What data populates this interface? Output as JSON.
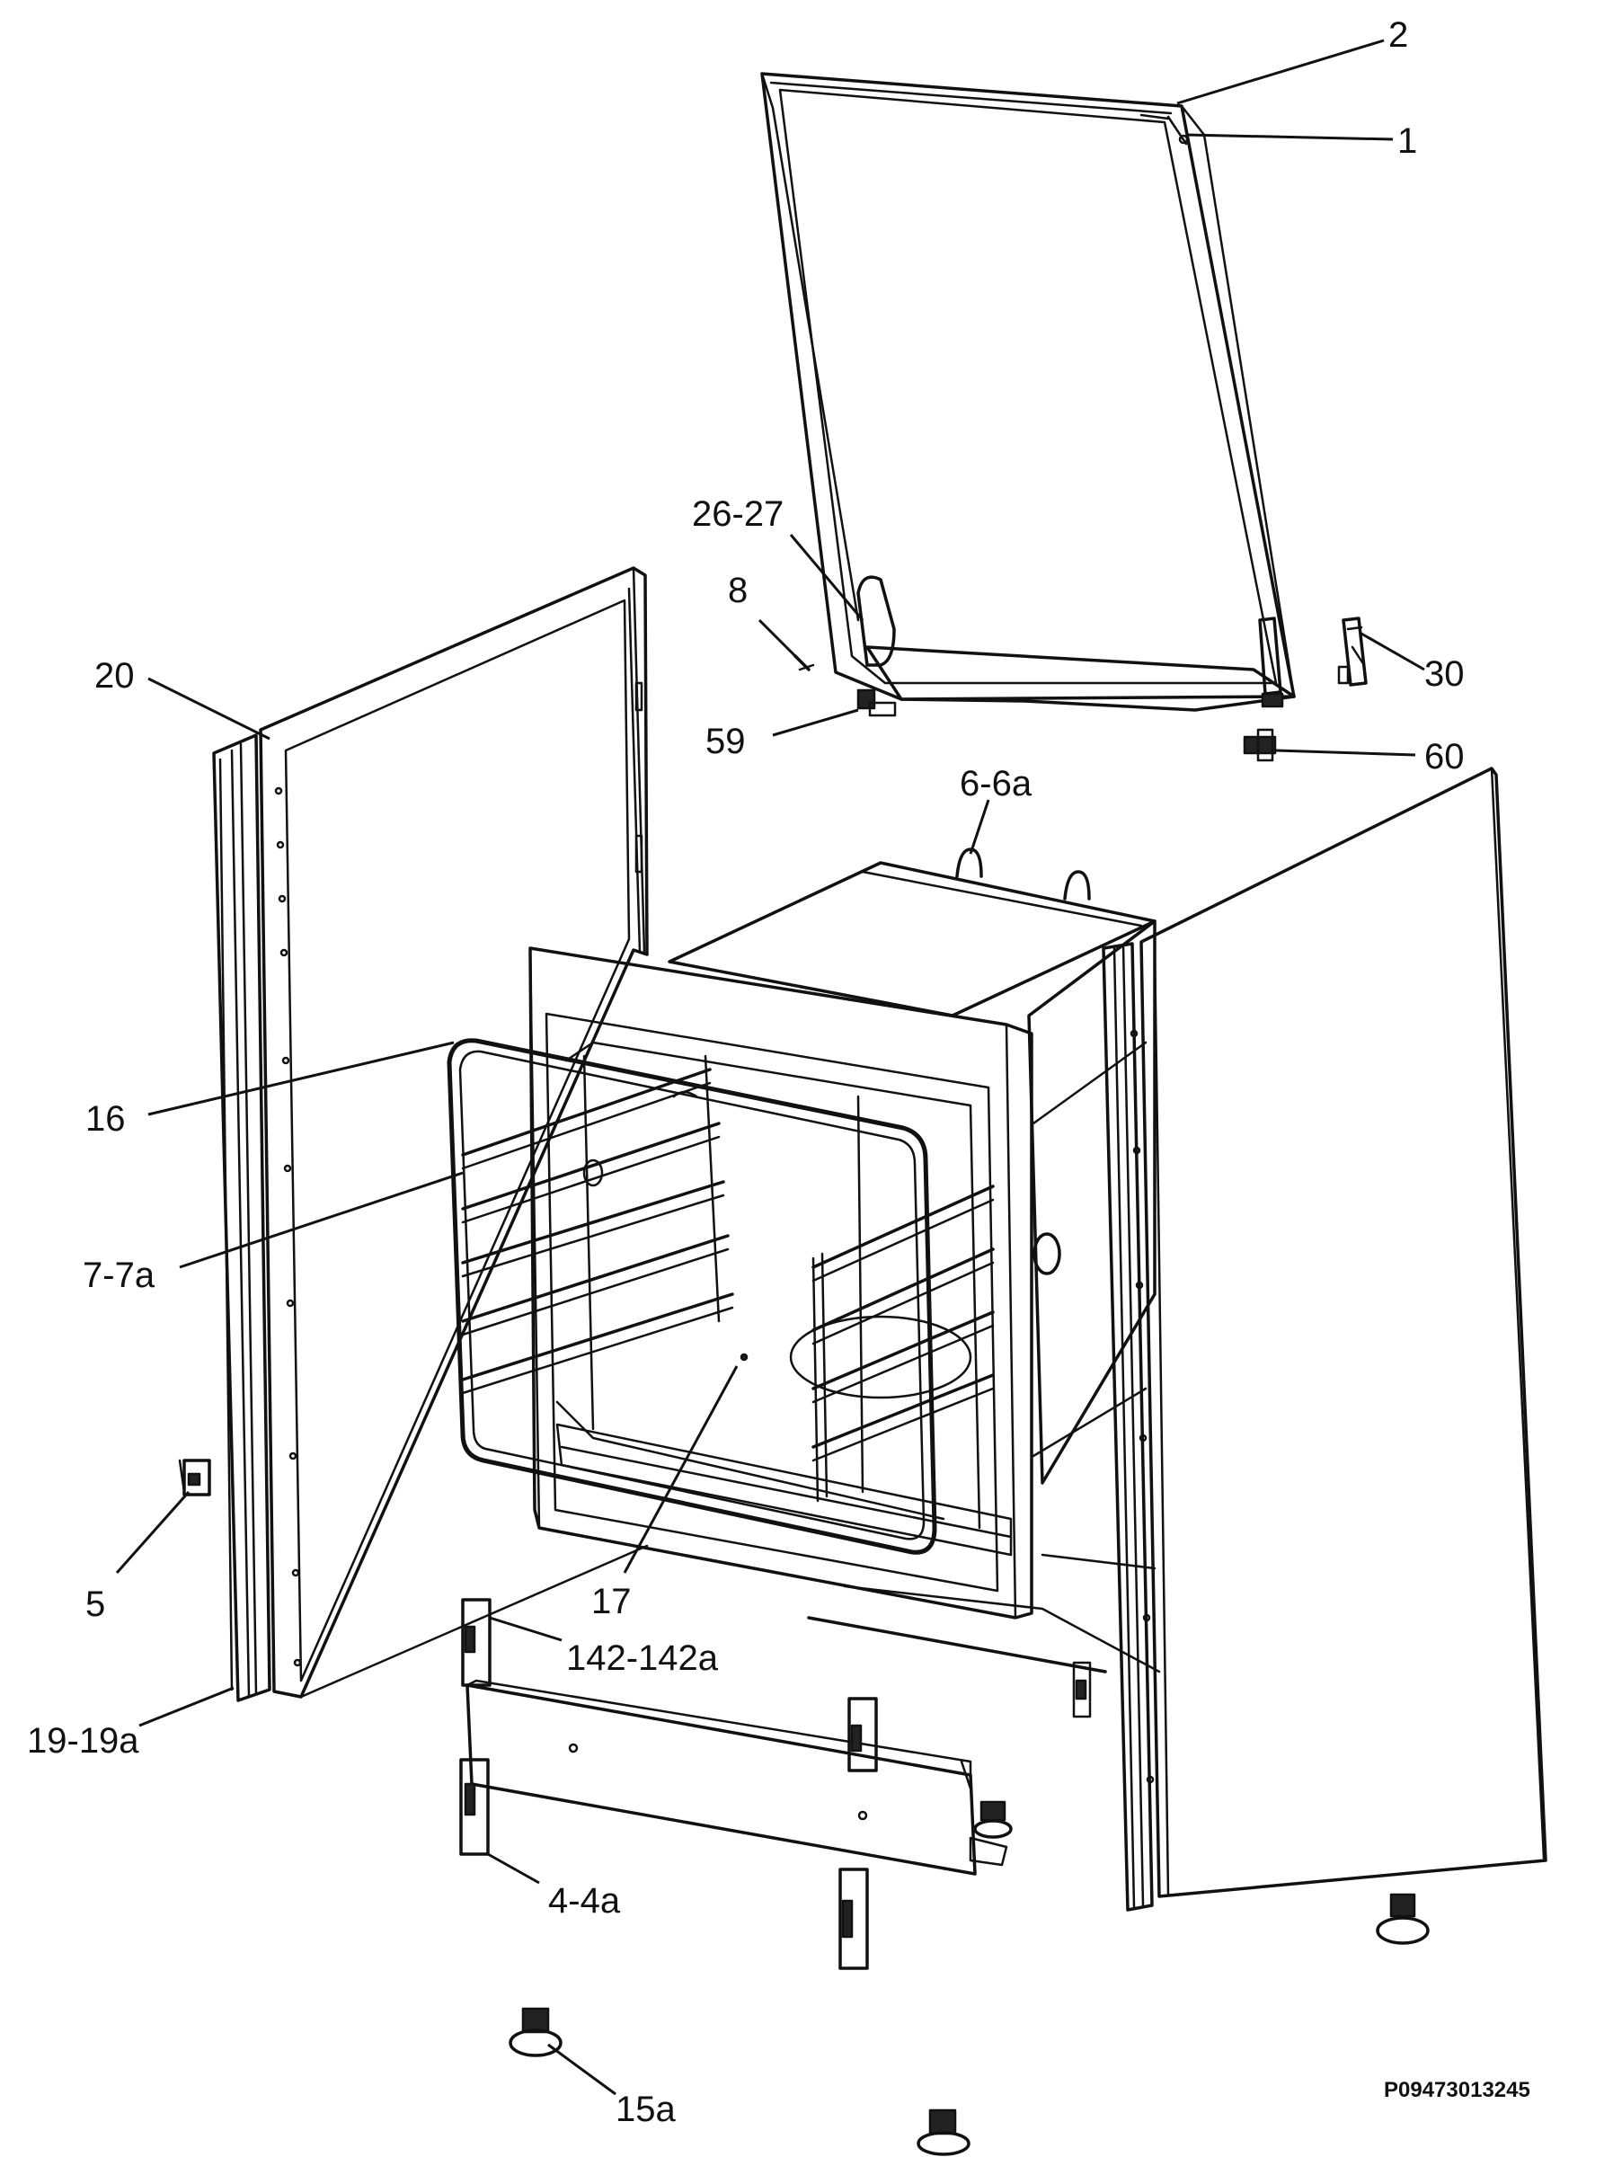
{
  "callouts": [
    {
      "id": "2",
      "text": "2"
    },
    {
      "id": "1",
      "text": "1"
    },
    {
      "id": "26-27",
      "text": "26-27"
    },
    {
      "id": "8",
      "text": "8"
    },
    {
      "id": "30",
      "text": "30"
    },
    {
      "id": "20",
      "text": "20"
    },
    {
      "id": "59",
      "text": "59"
    },
    {
      "id": "60",
      "text": "60"
    },
    {
      "id": "6-6a",
      "text": "6-6a"
    },
    {
      "id": "16",
      "text": "16"
    },
    {
      "id": "7-7a",
      "text": "7-7a"
    },
    {
      "id": "5",
      "text": "5"
    },
    {
      "id": "17",
      "text": "17"
    },
    {
      "id": "142-142a",
      "text": "142-142a"
    },
    {
      "id": "19-19a",
      "text": "19-19a"
    },
    {
      "id": "4-4a",
      "text": "4-4a"
    },
    {
      "id": "15a",
      "text": "15a"
    }
  ],
  "drawing_code": "P09473013245",
  "colors": {
    "line": "#111111",
    "background": "#ffffff"
  }
}
